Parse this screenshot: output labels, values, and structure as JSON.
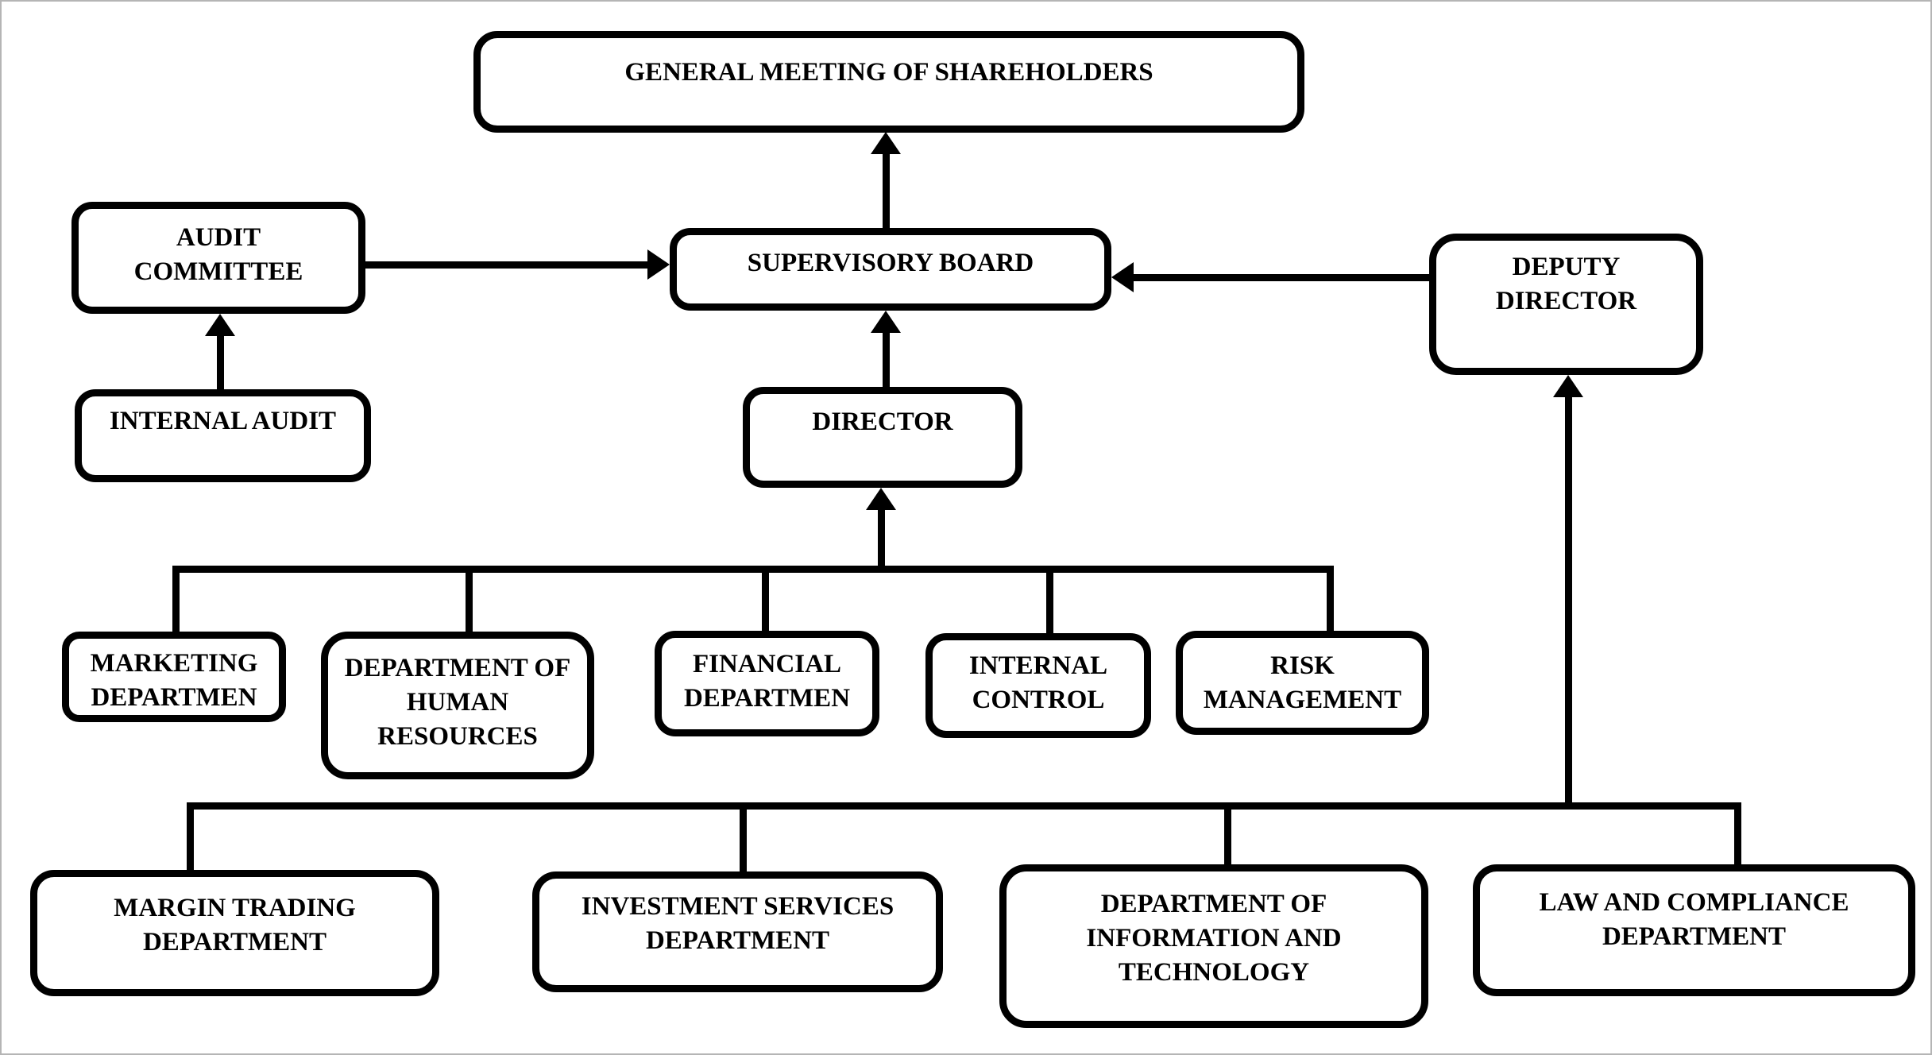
{
  "colors": {
    "box_border": "#000000",
    "text": "#000000",
    "connector": "#000000",
    "background": "#ffffff",
    "frame": "#b5b5b5"
  },
  "diagram": {
    "type": "org-chart",
    "nodes": {
      "general_meeting": {
        "label": "GENERAL MEETING OF SHAREHOLDERS"
      },
      "audit_committee": {
        "label": "AUDIT COMMITTEE"
      },
      "supervisory_board": {
        "label": "SUPERVISORY BOARD"
      },
      "deputy_director": {
        "label": "DEPUTY DIRECTOR"
      },
      "internal_audit": {
        "label": "INTERNAL AUDIT"
      },
      "director": {
        "label": "DIRECTOR"
      },
      "marketing_department": {
        "label": "MARKETING DEPARTMEN"
      },
      "human_resources": {
        "label": "DEPARTMENT OF HUMAN RESOURCES"
      },
      "financial_department": {
        "label": "FINANCIAL DEPARTMEN"
      },
      "internal_control": {
        "label": "INTERNAL CONTROL"
      },
      "risk_management": {
        "label": "RISK MANAGEMENT"
      },
      "margin_trading": {
        "label": "MARGIN TRADING DEPARTMENT"
      },
      "investment_services": {
        "label": "INVESTMENT SERVICES DEPARTMENT"
      },
      "information_technology": {
        "label": "DEPARTMENT OF INFORMATION AND TECHNOLOGY"
      },
      "law_compliance": {
        "label": "LAW AND COMPLIANCE DEPARTMENT"
      }
    },
    "edges": [
      {
        "from": "supervisory_board",
        "to": "general_meeting",
        "arrow_into": "general_meeting"
      },
      {
        "from": "audit_committee",
        "to": "supervisory_board",
        "arrow_into": "supervisory_board"
      },
      {
        "from": "deputy_director",
        "to": "supervisory_board",
        "arrow_into": "supervisory_board"
      },
      {
        "from": "internal_audit",
        "to": "audit_committee",
        "arrow_into": "audit_committee"
      },
      {
        "from": "director",
        "to": "supervisory_board",
        "arrow_into": "supervisory_board"
      },
      {
        "from": [
          "marketing_department",
          "human_resources",
          "financial_department",
          "internal_control",
          "risk_management"
        ],
        "to": "director",
        "arrow_into": "director",
        "type": "bus"
      },
      {
        "from": [
          "margin_trading",
          "investment_services",
          "information_technology",
          "law_compliance"
        ],
        "to": "deputy_director",
        "arrow_into": "deputy_director",
        "type": "bus"
      }
    ]
  }
}
